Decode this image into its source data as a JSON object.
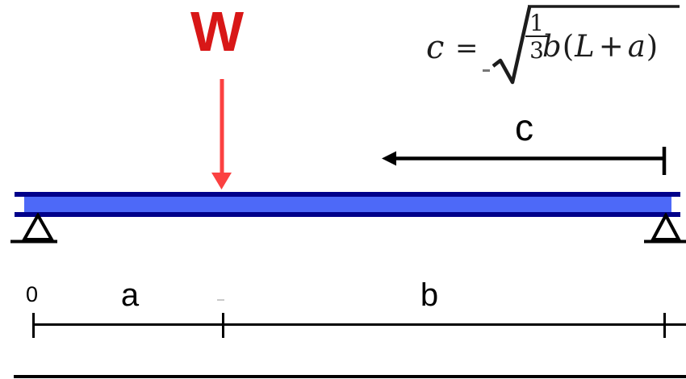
{
  "diagram": {
    "load_label": "W",
    "formula": {
      "lhs": "c",
      "eq": "=",
      "numerator": "1",
      "denominator": "3",
      "factor": "b",
      "paren_open": "(",
      "term_first": "L",
      "plus": "+",
      "term_second": "a",
      "paren_close": ")"
    },
    "c_dimension_label": "c",
    "axis": {
      "origin": "0",
      "segment_a": "a",
      "segment_b": "b"
    },
    "colors": {
      "load_label_red": "#d81717",
      "load_arrow_red": "#fb4141",
      "beam_flange_navy": "#01018a",
      "beam_web_blue": "#4d69f8",
      "ink_black": "#000000"
    }
  }
}
